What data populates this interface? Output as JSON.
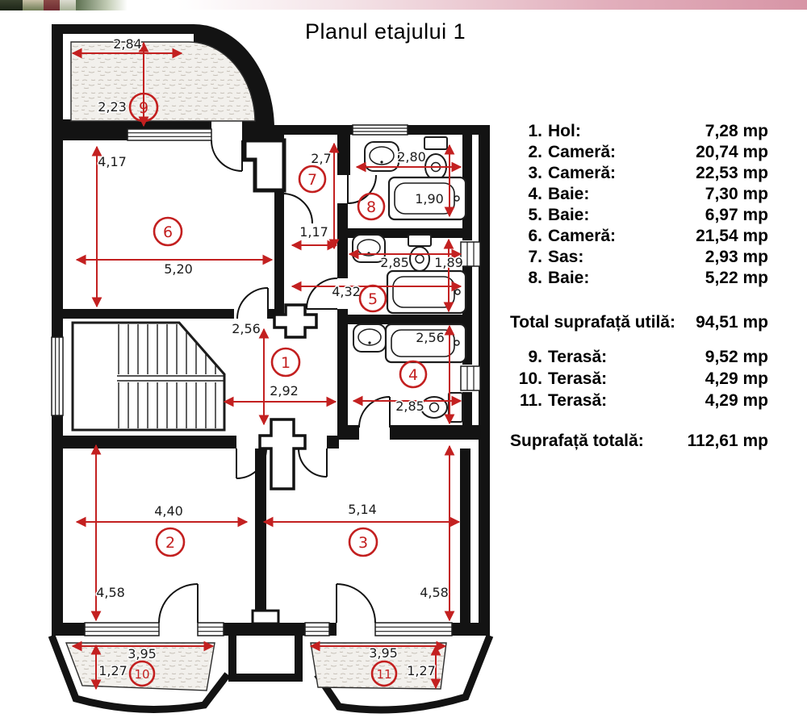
{
  "title": "Planul etajului 1",
  "legend": {
    "rooms": [
      {
        "num": "1.",
        "name": "Hol:",
        "area": "7,28 mp"
      },
      {
        "num": "2.",
        "name": "Cameră:",
        "area": "20,74 mp"
      },
      {
        "num": "3.",
        "name": "Cameră:",
        "area": "22,53 mp"
      },
      {
        "num": "4.",
        "name": "Baie:",
        "area": "7,30 mp"
      },
      {
        "num": "5.",
        "name": "Baie:",
        "area": "6,97 mp"
      },
      {
        "num": "6.",
        "name": "Cameră:",
        "area": "21,54 mp"
      },
      {
        "num": "7.",
        "name": "Sas:",
        "area": "2,93 mp"
      },
      {
        "num": "8.",
        "name": "Baie:",
        "area": "5,22 mp"
      }
    ],
    "total_useful_label": "Total suprafață utilă:",
    "total_useful_value": "94,51 mp",
    "terraces": [
      {
        "num": "9.",
        "name": "Terasă:",
        "area": "9,52 mp"
      },
      {
        "num": "10.",
        "name": "Terasă:",
        "area": "4,29 mp"
      },
      {
        "num": "11.",
        "name": "Terasă:",
        "area": "4,29 mp"
      }
    ],
    "total_label": "Suprafață totală:",
    "total_value": "112,61 mp"
  },
  "plan": {
    "room_numbers": {
      "r1": "1",
      "r2": "2",
      "r3": "3",
      "r4": "4",
      "r5": "5",
      "r6": "6",
      "r7": "7",
      "r8": "8",
      "r9": "9",
      "r10": "10",
      "r11": "11"
    },
    "dims": {
      "d284": "2,84",
      "d223": "2,23",
      "d417": "4,17",
      "d520": "5,20",
      "d27": "2,7",
      "d117": "1,17",
      "d280": "2,80",
      "d190": "1,90",
      "d285a": "2,85",
      "d189": "1,89",
      "d432": "4,32",
      "d256a": "2,56",
      "d292": "2,92",
      "d256b": "2,56",
      "d285b": "2,85",
      "d440": "4,40",
      "d458a": "4,58",
      "d514": "5,14",
      "d458b": "4,58",
      "d395a": "3,95",
      "d127a": "1,27",
      "d395b": "3,95",
      "d127b": "1,27"
    }
  },
  "colors": {
    "dimension_red": "#c32020",
    "wall_black": "#131313",
    "banner_pink": "#d795a6",
    "terrace_fill": "#f2f0ec"
  }
}
